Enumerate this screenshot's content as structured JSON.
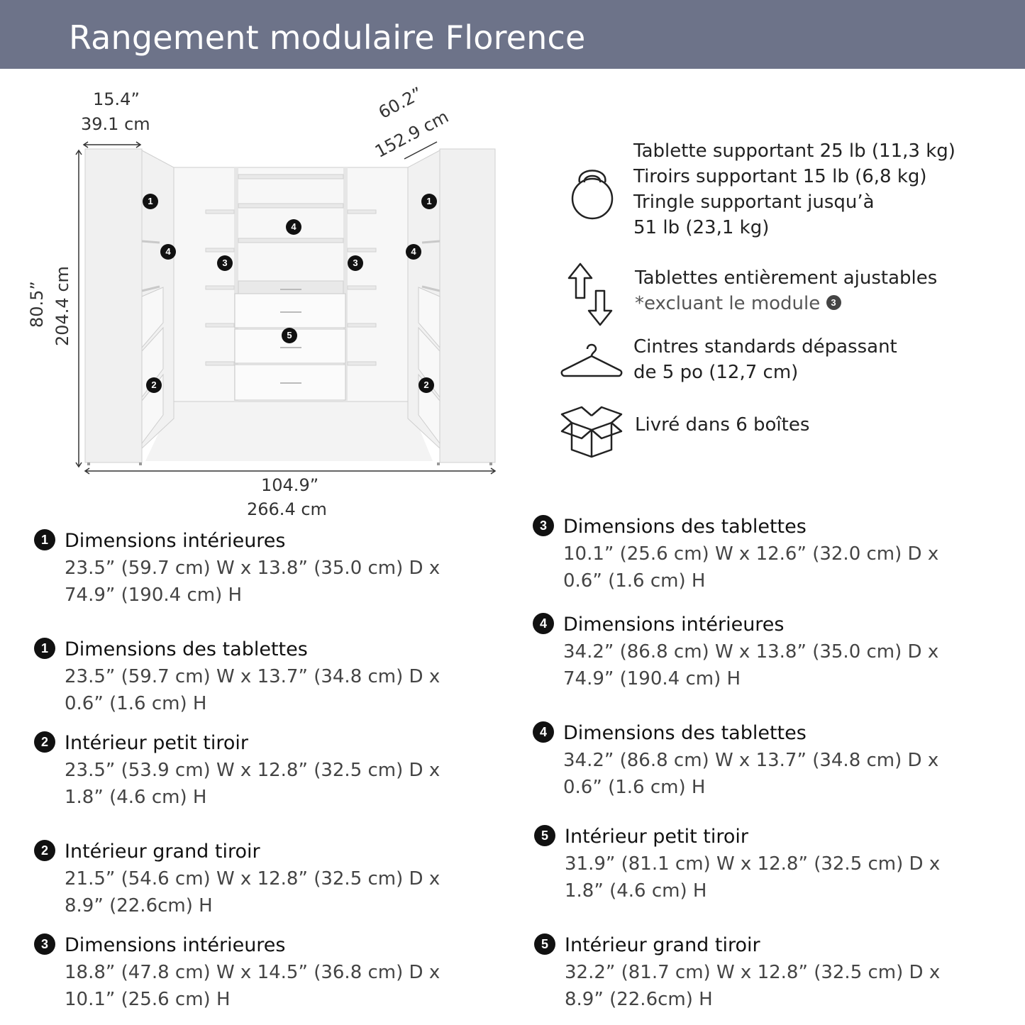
{
  "header": {
    "title": "Rangement modulaire Florence"
  },
  "diagram": {
    "depth_in": "15.4”",
    "depth_cm": "39.1 cm",
    "corner_in": "60.2”",
    "corner_cm": "152.9 cm",
    "height_in": "80.5”",
    "height_cm": "204.4 cm",
    "width_in": "104.9”",
    "width_cm": "266.4 cm",
    "badges": {
      "b1": "1",
      "b2": "2",
      "b3": "3",
      "b4": "4",
      "b5": "5"
    }
  },
  "features": {
    "weight": {
      "icon": "kettlebell-icon",
      "line1": "Tablette supportant 25 lb (11,3 kg)",
      "line2": "Tiroirs supportant 15 lb (6,8 kg)",
      "line3": "Tringle supportant jusqu’à",
      "line4": "51 lb (23,1 kg)"
    },
    "adjustable": {
      "icon": "up-down-arrows-icon",
      "line1": "Tablettes entièrement ajustables",
      "note": "*excluant le module",
      "note_num": "3"
    },
    "hanger": {
      "icon": "hanger-icon",
      "line1": "Cintres standards dépassant",
      "line2": "de 5 po (12,7 cm)"
    },
    "boxes": {
      "icon": "box-icon",
      "line1": "Livré dans 6 boîtes"
    }
  },
  "specs_left": [
    {
      "num": "1",
      "title": "Dimensions intérieures",
      "line1": "23.5” (59.7 cm) W x 13.8” (35.0 cm) D x",
      "line2": "74.9” (190.4 cm) H"
    },
    {
      "num": "1",
      "title": "Dimensions des tablettes",
      "line1": "23.5” (59.7 cm) W x 13.7” (34.8 cm) D x",
      "line2": "0.6” (1.6 cm) H"
    },
    {
      "num": "2",
      "title": "Intérieur petit tiroir",
      "line1": "23.5” (53.9 cm) W x 12.8” (32.5 cm) D x",
      "line2": "1.8” (4.6 cm) H"
    },
    {
      "num": "2",
      "title": "Intérieur grand tiroir",
      "line1": "21.5” (54.6 cm) W x 12.8” (32.5 cm) D x",
      "line2": "8.9” (22.6cm) H"
    },
    {
      "num": "3",
      "title": "Dimensions intérieures",
      "line1": "18.8” (47.8 cm) W x 14.5” (36.8 cm) D x",
      "line2": "10.1” (25.6 cm) H"
    }
  ],
  "specs_right": [
    {
      "num": "3",
      "title": "Dimensions des tablettes",
      "line1": "10.1” (25.6 cm) W x 12.6” (32.0 cm) D x",
      "line2": "0.6” (1.6 cm) H"
    },
    {
      "num": "4",
      "title": "Dimensions intérieures",
      "line1": "34.2” (86.8 cm) W x 13.8” (35.0 cm) D x",
      "line2": "74.9” (190.4 cm) H"
    },
    {
      "num": "4",
      "title": "Dimensions des tablettes",
      "line1": "34.2” (86.8 cm) W x 13.7” (34.8 cm) D x",
      "line2": "0.6” (1.6 cm) H"
    },
    {
      "num": "5",
      "title": "Intérieur petit tiroir",
      "line1": "31.9” (81.1 cm) W x 12.8” (32.5 cm) D x",
      "line2": "1.8” (4.6 cm) H"
    },
    {
      "num": "5",
      "title": "Intérieur grand tiroir",
      "line1": "32.2” (81.7 cm) W x 12.8” (32.5 cm) D x",
      "line2": "8.9” (22.6cm) H"
    }
  ]
}
